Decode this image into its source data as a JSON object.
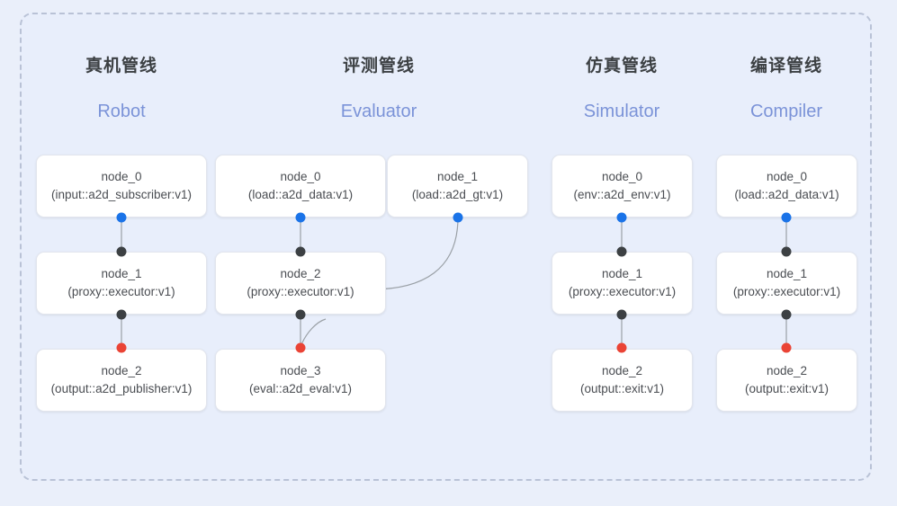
{
  "panel": {
    "background_color": "#e8eefb",
    "border_color": "#b9c2d6"
  },
  "colors": {
    "accent_blue": "#1a73e8",
    "accent_red": "#ea4335",
    "port_dark": "#3c4043",
    "header_en": "#7b93d8",
    "header_cn": "#3c4043",
    "edge": "#9aa0a6"
  },
  "columns": [
    {
      "title_cn": "真机管线",
      "title_en": "Robot"
    },
    {
      "title_cn": "评测管线",
      "title_en": "Evaluator"
    },
    {
      "title_cn": "仿真管线",
      "title_en": "Simulator"
    },
    {
      "title_cn": "编译管线",
      "title_en": "Compiler"
    }
  ],
  "nodes": [
    {
      "name": "node_0",
      "spec": "(input::a2d_subscriber:v1)"
    },
    {
      "name": "node_1",
      "spec": "(proxy::executor:v1)"
    },
    {
      "name": "node_2",
      "spec": "(output::a2d_publisher:v1)"
    },
    {
      "name": "node_0",
      "spec": "(load::a2d_data:v1)"
    },
    {
      "name": "node_2",
      "spec": "(proxy::executor:v1)"
    },
    {
      "name": "node_3",
      "spec": "(eval::a2d_eval:v1)"
    },
    {
      "name": "node_1",
      "spec": "(load::a2d_gt:v1)"
    },
    {
      "name": "node_0",
      "spec": "(env::a2d_env:v1)"
    },
    {
      "name": "node_1",
      "spec": "(proxy::executor:v1)"
    },
    {
      "name": "node_2",
      "spec": "(output::exit:v1)"
    },
    {
      "name": "node_0",
      "spec": "(load::a2d_data:v1)"
    },
    {
      "name": "node_1",
      "spec": "(proxy::executor:v1)"
    },
    {
      "name": "node_2",
      "spec": "(output::exit:v1)"
    }
  ]
}
